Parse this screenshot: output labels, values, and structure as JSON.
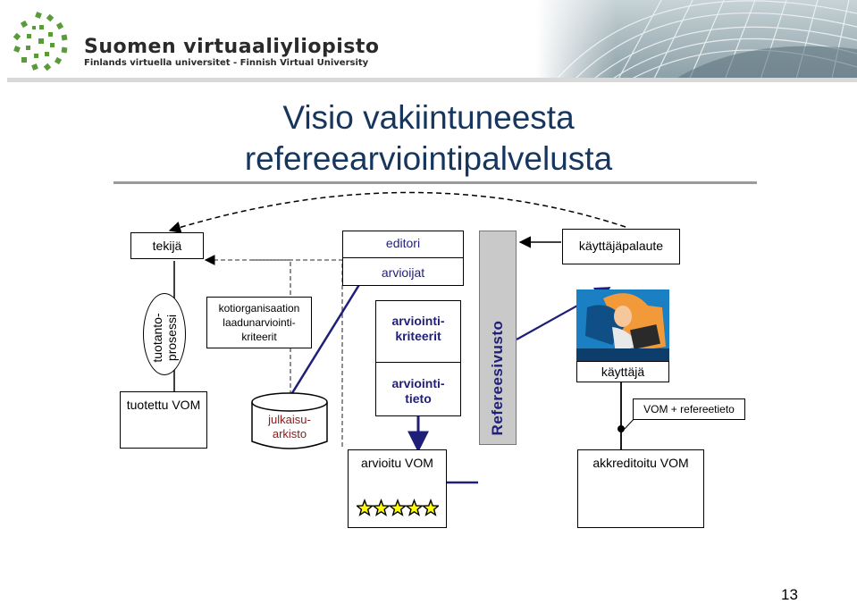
{
  "header": {
    "logo_title": "Suomen virtuaaliyliopisto",
    "logo_subtitle": "Finlands virtuella universitet - Finnish Virtual University"
  },
  "title": {
    "line1": "Visio vakiintuneesta",
    "line2": "refereearviointipalvelusta"
  },
  "nodes": {
    "tekija": "tekijä",
    "editori": "editori",
    "arvioijat": "arvioijat",
    "kayttajapalaute": "käyttäjäpalaute",
    "tuotantoprosessi_line1": "tuotanto-",
    "tuotantoprosessi_line2": "prosessi",
    "tuotettu_vom": "tuotettu VOM",
    "kotiorg_line1": "kotiorganisaation",
    "kotiorg_line2": "laadunarviointi-",
    "kotiorg_line3": "kriteerit",
    "julkaisu_line1": "julkaisu-",
    "julkaisu_line2": "arkisto",
    "arvkrit_line1": "arviointi-",
    "arvkrit_line2": "kriteerit",
    "arvtieto_line1": "arviointi-",
    "arvtieto_line2": "tieto",
    "refereesivusto": "Refereesivusto",
    "kayttaja": "käyttäjä",
    "vom_refereetieto": "VOM + refereetieto",
    "arvioitu_vom": "arvioitu VOM",
    "akkreditoitu_vom": "akkreditoitu VOM"
  },
  "rating_stars": 5,
  "page_number": "13",
  "colors": {
    "title": "#17365d",
    "arrow": "#1f1f7a",
    "label_navy": "#1f1f7a",
    "julkaisu_text": "#8b1a1a",
    "star_fill": "#ffff00",
    "gray_box": "#c9c9c9"
  }
}
